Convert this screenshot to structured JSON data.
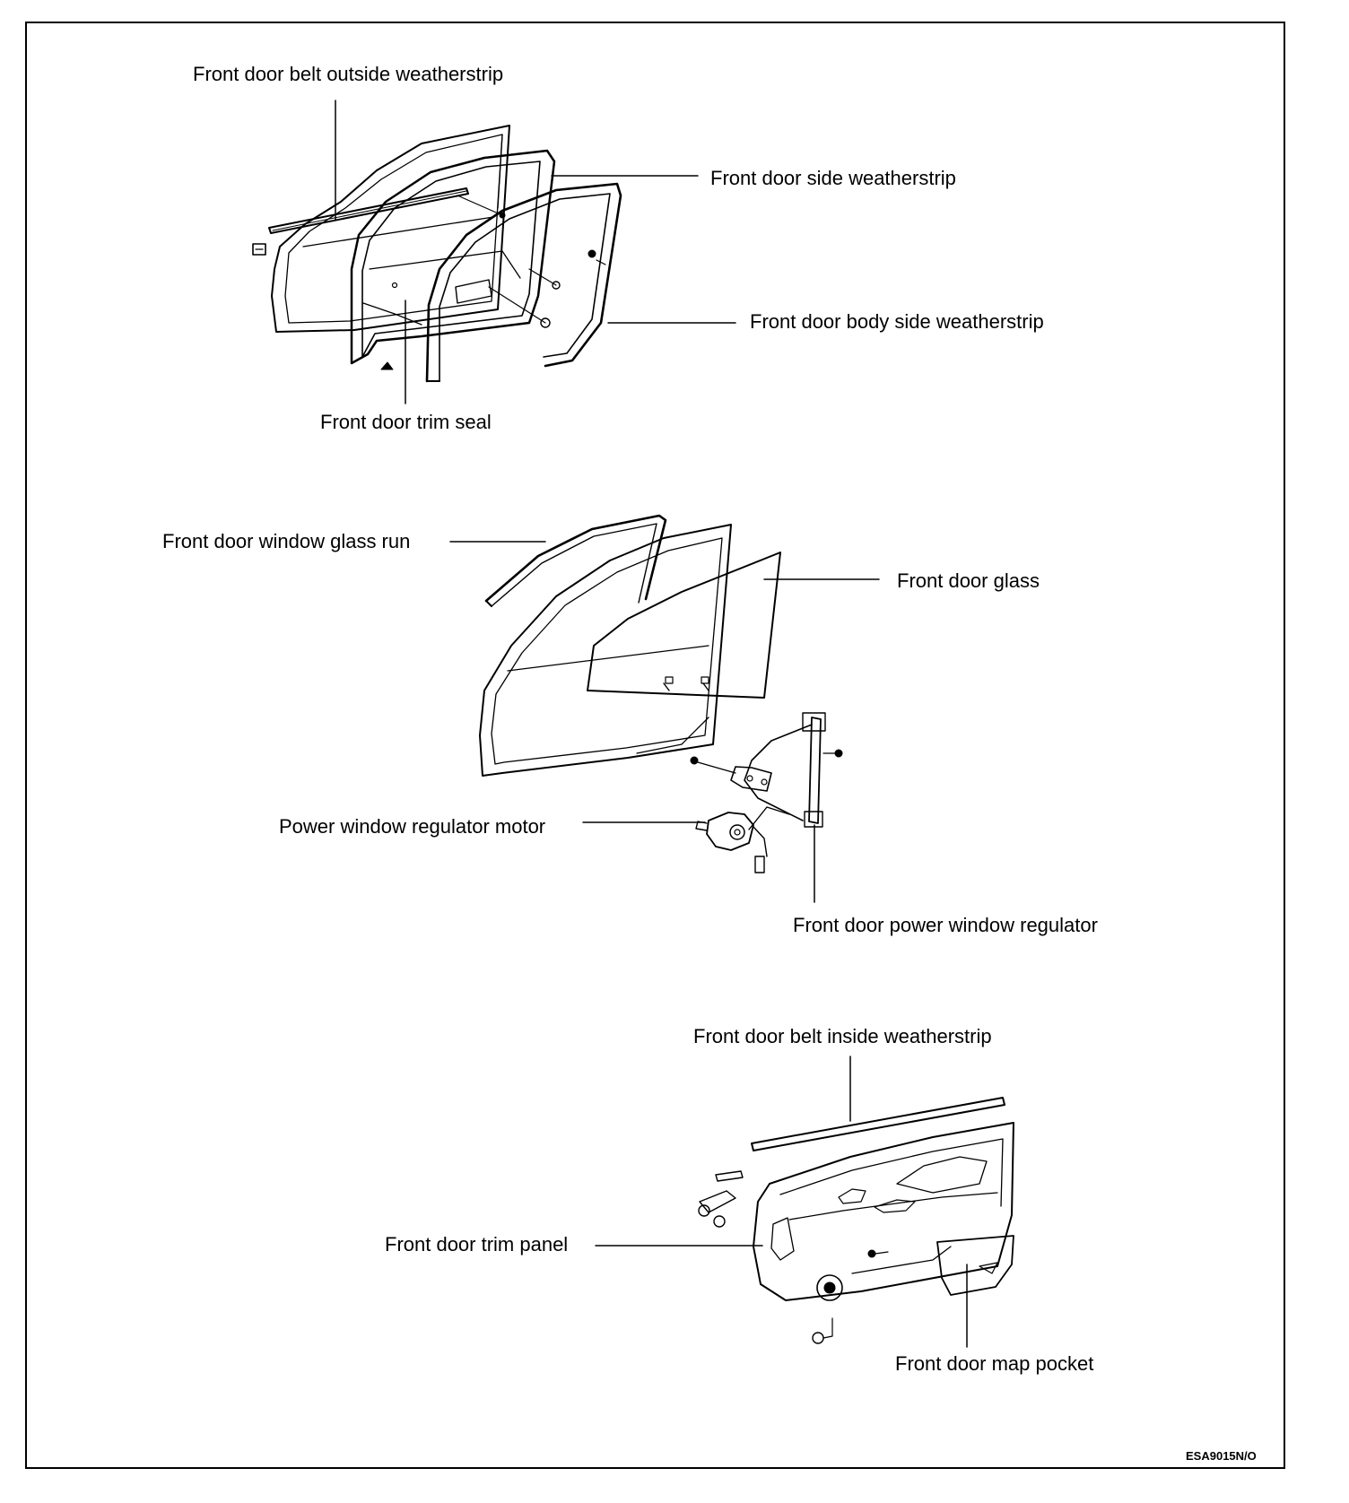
{
  "labels": {
    "belt_outside": "Front door belt outside weatherstrip",
    "side_weatherstrip": "Front door side weatherstrip",
    "body_side_weatherstrip": "Front door body side weatherstrip",
    "trim_seal": "Front door trim seal",
    "glass_run": "Front door window glass run",
    "door_glass": "Front door glass",
    "regulator_motor": "Power window regulator motor",
    "power_window_regulator": "Front door power window regulator",
    "belt_inside": "Front door belt inside weatherstrip",
    "trim_panel": "Front door trim panel",
    "map_pocket": "Front door map pocket"
  },
  "figure_code": "ESA9015N/O",
  "colors": {
    "ink": "#000000",
    "paper": "#ffffff"
  }
}
